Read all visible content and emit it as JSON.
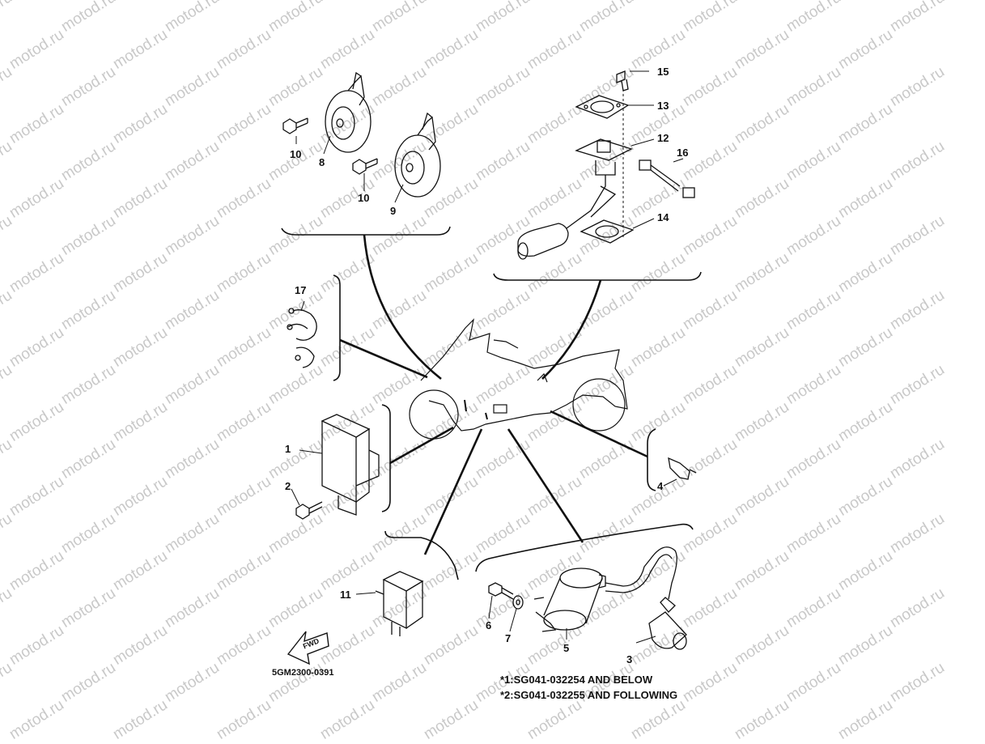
{
  "watermark": "motod.ru",
  "diagram_code": "5GM2300-0391",
  "fwd_label": "FWD",
  "notes": [
    "*1:SG041-032254 AND BELOW",
    "*2:SG041-032255 AND FOLLOWING"
  ],
  "parts": [
    {
      "number": "1",
      "name": "cdi-unit"
    },
    {
      "number": "2",
      "name": "bolt"
    },
    {
      "number": "3",
      "name": "spark-plug-cap"
    },
    {
      "number": "4",
      "name": "neutral-switch"
    },
    {
      "number": "5",
      "name": "ignition-coil"
    },
    {
      "number": "6",
      "name": "bolt"
    },
    {
      "number": "7",
      "name": "washer"
    },
    {
      "number": "8",
      "name": "horn"
    },
    {
      "number": "9",
      "name": "horn"
    },
    {
      "number": "10",
      "name": "bolt"
    },
    {
      "number": "11",
      "name": "relay"
    },
    {
      "number": "12",
      "name": "fuel-sender"
    },
    {
      "number": "13",
      "name": "plate"
    },
    {
      "number": "14",
      "name": "gasket"
    },
    {
      "number": "15",
      "name": "screw"
    },
    {
      "number": "16",
      "name": "wire-lead"
    },
    {
      "number": "17",
      "name": "clamp"
    }
  ],
  "labels": {
    "p1": "1",
    "p2": "2",
    "p3": "3",
    "p4": "4",
    "p5": "5",
    "p6": "6",
    "p7": "7",
    "p8": "8",
    "p9": "9",
    "p10a": "10",
    "p10b": "10",
    "p11": "11",
    "p12": "12",
    "p13": "13",
    "p14": "14",
    "p15": "15",
    "p16": "16",
    "p17": "17"
  },
  "colors": {
    "line": "#111111",
    "watermark": "#c9c9c9",
    "background": "#ffffff"
  }
}
